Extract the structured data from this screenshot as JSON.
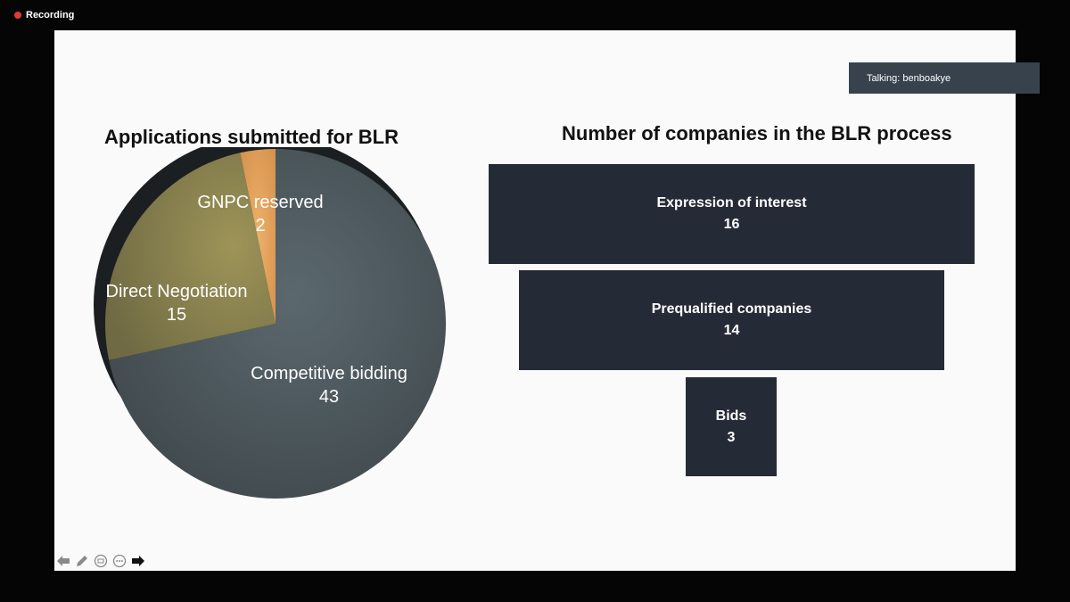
{
  "recording": {
    "label": "Recording"
  },
  "talking": {
    "label": "Talking: benboakye"
  },
  "chart_data": [
    {
      "type": "pie",
      "title": "Applications submitted for BLR",
      "categories": [
        "Competitive bidding",
        "Direct Negotiation",
        "GNPC reserved"
      ],
      "values": [
        43,
        15,
        2
      ],
      "colors": [
        "#4e5a60",
        "#8f8552",
        "#e3a25c"
      ]
    },
    {
      "type": "bar",
      "title": "Number of companies in the BLR process",
      "categories": [
        "Expression of interest",
        "Prequalified companies",
        "Bids"
      ],
      "values": [
        16,
        14,
        3
      ],
      "colors": [
        "#252b36"
      ]
    }
  ],
  "toolbar": {
    "icons": [
      "arrow-left-icon",
      "pen-icon",
      "captions-icon",
      "more-icon",
      "arrow-right-icon"
    ]
  }
}
